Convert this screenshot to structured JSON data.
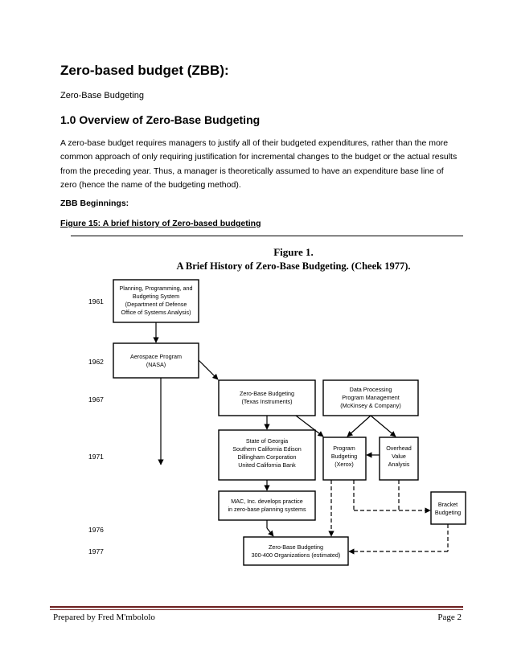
{
  "doc": {
    "title": "Zero-based budget (ZBB):",
    "subtitle": "Zero-Base Budgeting",
    "section_heading": "1.0 Overview of Zero-Base Budgeting",
    "paragraph": "A zero-base budget requires managers to justify all of their budgeted expenditures, rather than the more common approach of only requiring justification for incremental changes to the budget or the actual results from the preceding year. Thus, a manager is theoretically assumed to have an expenditure base line of zero (hence the name of the budgeting method).",
    "beginnings_heading": "ZBB Beginnings:",
    "figure_caption": "Figure 15: A brief history of Zero-based budgeting"
  },
  "figure": {
    "label": "Figure 1.",
    "title": "A Brief History of Zero-Base Budgeting. (Cheek 1977).",
    "years": [
      "1961",
      "1962",
      "1967",
      "1971",
      "1976",
      "1977"
    ],
    "boxes": {
      "ppbs": [
        "Planning, Programming, and",
        "Budgeting System",
        "(Department of Defense",
        "Office of Systems Analysis)"
      ],
      "nasa": [
        "Aerospace Program",
        "(NASA)"
      ],
      "texas": [
        "Zero-Base Budgeting",
        "(Texas Instruments)"
      ],
      "mckinsey": [
        "Data Processing",
        "Program Management",
        "(McKinsey & Company)"
      ],
      "georgia": [
        "State of Georgia",
        "Southern California Edison",
        "Dillingham Corporation",
        "United California Bank"
      ],
      "xerox": [
        "Program",
        "Budgeting",
        "(Xerox)"
      ],
      "overhead": [
        "Overhead",
        "Value",
        "Analysis"
      ],
      "mac": [
        "MAC, Inc. develops practice",
        "in zero-base planning systems"
      ],
      "bracket": [
        "Bracket",
        "Budgeting"
      ],
      "final": [
        "Zero-Base Budgeting",
        "300-400 Organizations (estimated)"
      ]
    }
  },
  "footer": {
    "left": "Prepared by Fred M'mbololo",
    "right": "Page 2"
  }
}
